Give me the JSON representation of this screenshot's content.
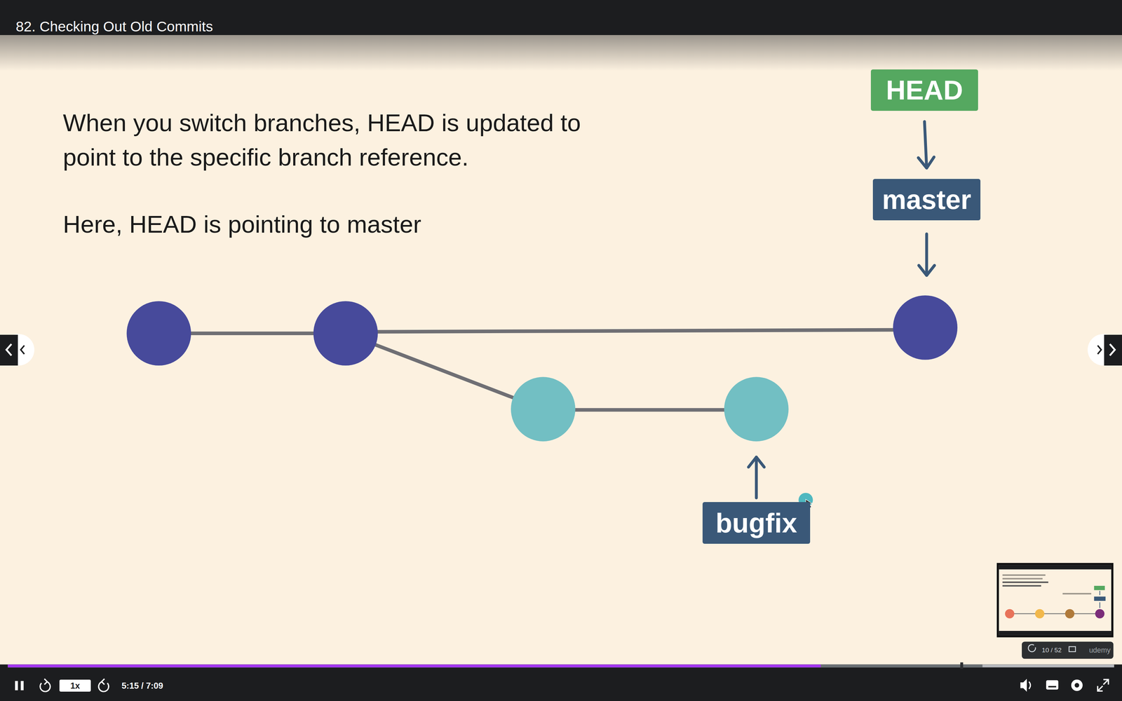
{
  "diagram": {
    "title": "82. Checking Out Old Commits",
    "nodes": [
      {
        "text": [
          "HEAD"
        ]
      },
      {
        "text": [
          "master"
        ]
      },
      {
        "text": [
          "bugfix"
        ]
      }
    ],
    "edges": [
      {
        "from": 0,
        "to": 1,
        "arrow": "to"
      }
    ],
    "labels": [
      "When you switch branches, HEAD is updated to point to the specific branch reference.",
      "Here, HEAD is pointing to master",
      "1x",
      "5:15 / 7:09",
      "10 / 52",
      "udemy"
    ]
  }
}
